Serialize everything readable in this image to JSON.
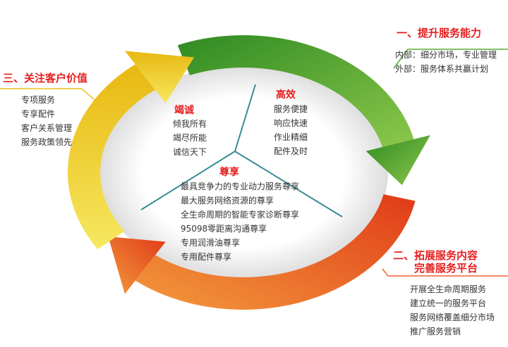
{
  "sections": {
    "one": {
      "title": "一、提升服务能力",
      "items": [
        "内部：细分市场，专业管理",
        "外部：服务体系共赢计划"
      ]
    },
    "two": {
      "title_line1": "二、拓展服务内容",
      "title_line2": "完善服务平台",
      "items": [
        "开展全生命周期服务",
        "建立统一的服务平台",
        "服务网络覆盖细分市场",
        "推广服务营销"
      ]
    },
    "three": {
      "title": "三、关注客户价值",
      "items": [
        "专项服务",
        "专享配件",
        "客户关系管理",
        "服务政策领先"
      ]
    }
  },
  "center": {
    "sincerity": {
      "title": "竭诚",
      "items": [
        "倾我所有",
        "竭尽所能",
        "诚信天下"
      ]
    },
    "efficiency": {
      "title": "高效",
      "items": [
        "服务便捷",
        "响应快速",
        "作业精细",
        "配件及时"
      ]
    },
    "honor": {
      "title": "尊享",
      "items": [
        "最具竞争力的专业动力服务尊享",
        "最大服务网络资源的尊享",
        "全生命周期的智能专家诊断尊享",
        "95098零距离沟通尊享",
        "专用润滑油尊享",
        "专用配件尊享"
      ]
    }
  },
  "colors": {
    "green": "#4aa52e",
    "orange": "#ec5a22",
    "yellow": "#f2d21e",
    "title_red": "#e61e1e",
    "divider": "#3a8c92"
  }
}
